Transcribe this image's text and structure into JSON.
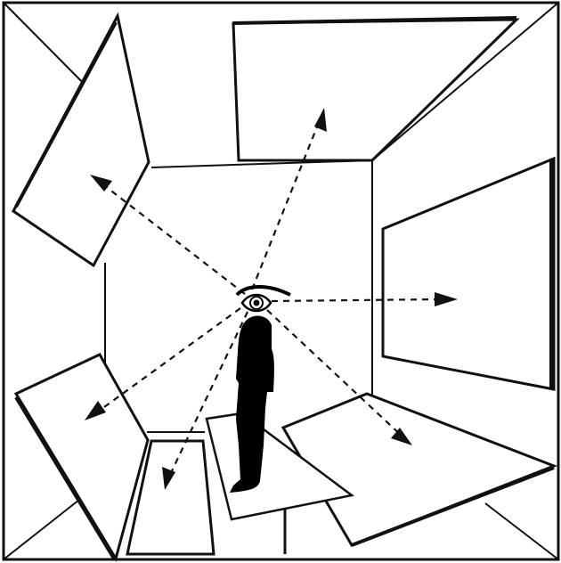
{
  "diagram": {
    "ink_color": "#111111",
    "background_color": "#ffffff",
    "elements": {
      "eye_icon": "eye",
      "figure": "standing-person-silhouette",
      "rays": [
        "upper-left",
        "up",
        "right",
        "lower-right",
        "down",
        "lower-left"
      ]
    }
  }
}
